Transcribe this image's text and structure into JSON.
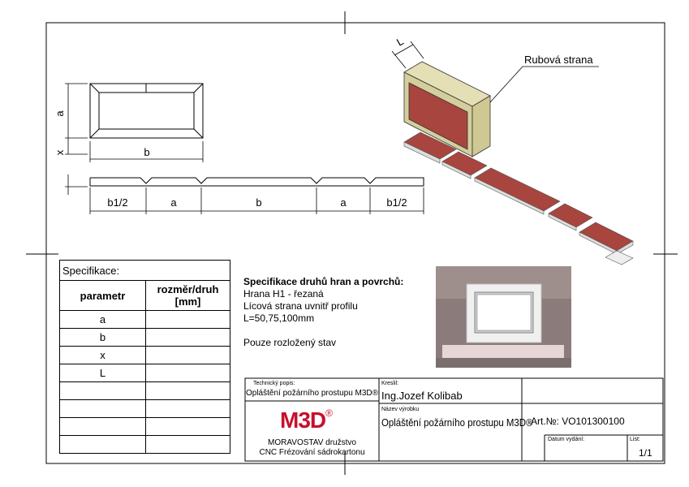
{
  "drawing": {
    "dim_labels": {
      "a": "a",
      "x": "x",
      "b": "b",
      "L": "L"
    },
    "unfold_labels": [
      "b1/2",
      "a",
      "b",
      "a",
      "b1/2"
    ],
    "callout": "Rubová strana"
  },
  "spec": {
    "title": "Specifikace:",
    "col_param": "parametr",
    "col_size": "rozměr/druh [mm]",
    "rows": [
      "a",
      "b",
      "x",
      "L",
      "",
      "",
      "",
      ""
    ]
  },
  "notes": {
    "heading": "Specifikace druhů hran a povrchů:",
    "line1": "Hrana H1 - řezaná",
    "line2": "Lícová strana uvnitř profilu",
    "line3": "L=50,75,100mm",
    "line4": "Pouze rozložený stav"
  },
  "titleblock": {
    "tech_label": "Technický popis:",
    "tech_value": "Opláštění požárního prostupu M3D®",
    "drawn_label": "Kreslil:",
    "drawn_value": "Ing.Jozef Kolibab",
    "name_label": "Název výrobku",
    "name_value": "Opláštění požárního prostupu M3D®",
    "art_value": "Art.№: VO101300100",
    "date_label": "Datum vydání:",
    "sheet_label": "List:",
    "sheet_value": "1/1",
    "logo": "M3D",
    "logo_reg": "®",
    "company1": "MORAVOSTAV družstvo",
    "company2": "CNC Frézování sádrokartonu"
  },
  "colors": {
    "red": "#a8453f",
    "tan": "#d9d3a3",
    "edge": "#d8d8d8"
  }
}
